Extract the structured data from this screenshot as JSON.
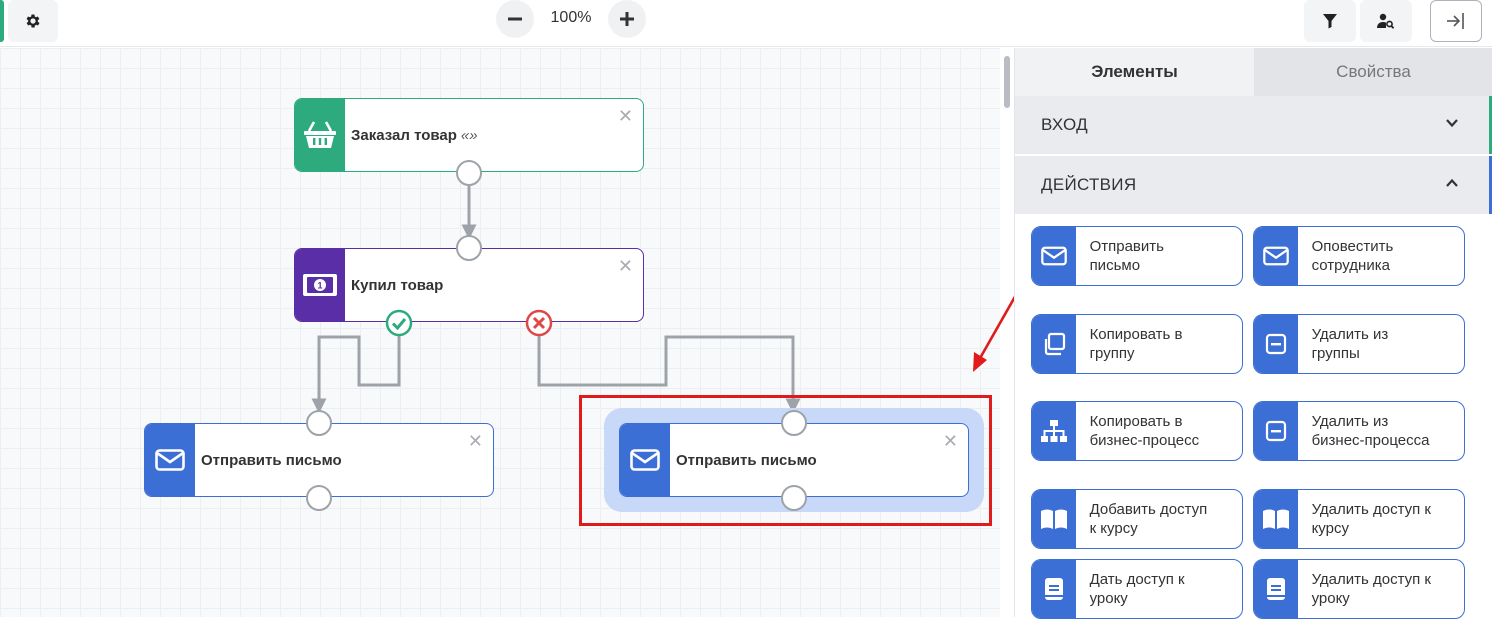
{
  "toolbar": {
    "zoom_value": "100%",
    "icons": [
      "gear-icon",
      "minus-icon",
      "plus-icon",
      "filter-icon",
      "person-search-icon",
      "exit-panel-icon"
    ]
  },
  "canvas": {
    "nodes": [
      {
        "title": "Заказал товар",
        "quote": "«»",
        "icon": "basket-icon",
        "color": "#2dab7e"
      },
      {
        "title": "Купил товар",
        "icon": "money-icon",
        "color": "#5a2ea6"
      },
      {
        "title": "Отправить письмо",
        "icon": "mail-icon",
        "color": "#3c6fd6"
      },
      {
        "title": "Отправить письмо",
        "icon": "mail-icon",
        "color": "#3c6fd6"
      }
    ],
    "close_glyph": "✕",
    "selection_color": "#e01b1b"
  },
  "panel": {
    "tabs": [
      {
        "label": "Элементы",
        "active": true
      },
      {
        "label": "Свойства",
        "active": false
      }
    ],
    "sections": [
      {
        "label": "ВХОД",
        "expanded": false,
        "accent": "#2dab7e"
      },
      {
        "label": "ДЕЙСТВИЯ",
        "expanded": true,
        "accent": "#3c6fd6"
      }
    ],
    "actions": [
      {
        "line1": "Отправить",
        "line2": "письмо",
        "icon": "mail-icon"
      },
      {
        "line1": "Оповестить",
        "line2": "сотрудника",
        "icon": "mail-icon"
      },
      {
        "line1": "Копировать в",
        "line2": "группу",
        "icon": "copy-icon"
      },
      {
        "line1": "Удалить из",
        "line2": "группы",
        "icon": "minus-box-icon"
      },
      {
        "line1": "Копировать в",
        "line2": "бизнес-процесс",
        "icon": "org-chart-icon"
      },
      {
        "line1": "Удалить из",
        "line2": "бизнес-процесса",
        "icon": "minus-box-icon"
      },
      {
        "line1": "Добавить доступ",
        "line2": "к курсу",
        "icon": "book-open-icon"
      },
      {
        "line1": "Удалить доступ к",
        "line2": "курсу",
        "icon": "book-open-icon"
      },
      {
        "line1": "Дать доступ к",
        "line2": "уроку",
        "icon": "book-icon"
      },
      {
        "line1": "Удалить доступ к",
        "line2": "уроку",
        "icon": "book-icon"
      }
    ]
  }
}
